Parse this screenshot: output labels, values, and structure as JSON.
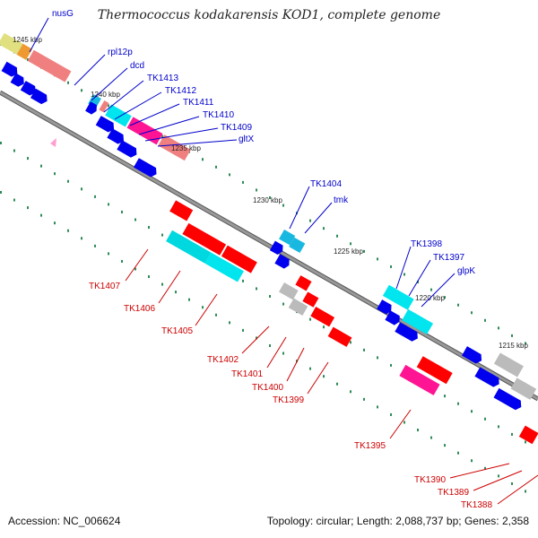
{
  "title": "Thermococcus kodakarensis KOD1, complete genome",
  "footer": {
    "accession": "Accession: NC_006624",
    "summary": "Topology: circular; Length: 2,088,737 bp; Genes: 2,358"
  },
  "scale_labels": [
    "1245 kbp",
    "1240 kbp",
    "1235 kbp",
    "1230 kbp",
    "1225 kbp",
    "1220 kbp",
    "1215 kbp"
  ],
  "forward_genes": [
    "nusG",
    "rpl12p",
    "dcd",
    "TK1413",
    "TK1412",
    "TK1411",
    "TK1410",
    "TK1409",
    "gltX",
    "TK1404",
    "tmk",
    "TK1398",
    "TK1397",
    "glpK"
  ],
  "reverse_genes": [
    "TK1407",
    "TK1406",
    "TK1405",
    "TK1402",
    "TK1401",
    "TK1400",
    "TK1399",
    "TK1395",
    "TK1390",
    "TK1389",
    "TK1388"
  ],
  "colors": {
    "forward_label": "#0000cc",
    "reverse_label": "#cc0000",
    "backbone": "#888888",
    "cds_arrow": "#0000ee",
    "red_feature": "#ff0000",
    "cyan_feature": "#00e5ee",
    "salmon_feature": "#f08080",
    "magenta_feature": "#ff1493",
    "gray_feature": "#bbbbbb",
    "tick": "#2e8b57"
  }
}
